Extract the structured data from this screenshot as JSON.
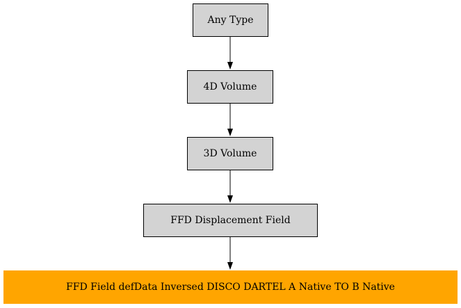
{
  "nodes": [
    {
      "label": "Any Type"
    },
    {
      "label": "4D Volume"
    },
    {
      "label": "3D Volume"
    },
    {
      "label": "FFD Displacement Field"
    },
    {
      "label": "FFD Field defData Inversed DISCO DARTEL A Native TO B Native"
    }
  ],
  "edges": [
    {
      "from": "Any Type",
      "to": "4D Volume"
    },
    {
      "from": "4D Volume",
      "to": "3D Volume"
    },
    {
      "from": "3D Volume",
      "to": "FFD Displacement Field"
    },
    {
      "from": "FFD Displacement Field",
      "to": "FFD Field defData Inversed DISCO DARTEL A Native TO B Native"
    }
  ],
  "colors": {
    "node_fill": "#d3d3d3",
    "highlight_fill": "#ffa500"
  }
}
